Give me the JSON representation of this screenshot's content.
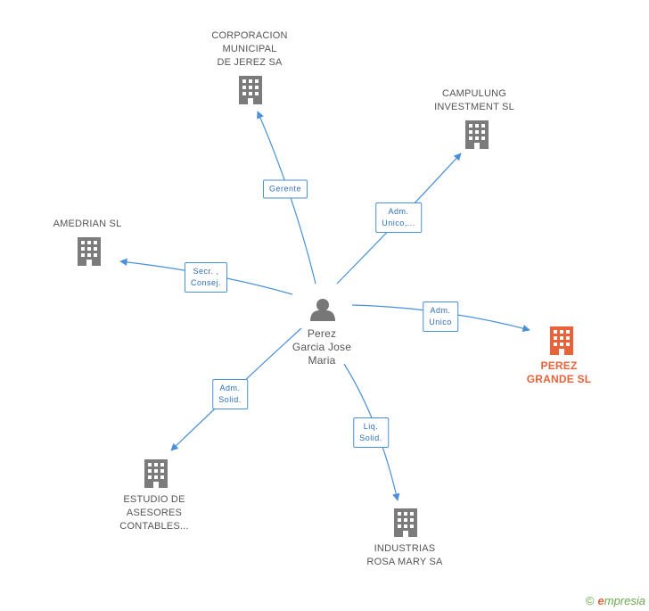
{
  "center": {
    "name": "Perez\nGarcia Jose\nMaria"
  },
  "nodes": [
    {
      "id": "corporacion",
      "label": "CORPORACION\nMUNICIPAL\nDE JEREZ SA",
      "focus": false
    },
    {
      "id": "campulung",
      "label": "CAMPULUNG\nINVESTMENT SL",
      "focus": false
    },
    {
      "id": "amedrian",
      "label": "AMEDRIAN SL",
      "focus": false
    },
    {
      "id": "perez-grande",
      "label": "PEREZ\nGRANDE SL",
      "focus": true
    },
    {
      "id": "estudio",
      "label": "ESTUDIO DE\nASESORES\nCONTABLES...",
      "focus": false
    },
    {
      "id": "industrias",
      "label": "INDUSTRIAS\nROSA MARY SA",
      "focus": false
    }
  ],
  "edges": [
    {
      "to": "corporacion",
      "label": "Gerente"
    },
    {
      "to": "campulung",
      "label": "Adm.\nUnico,..."
    },
    {
      "to": "amedrian",
      "label": "Secr. ,\nConsej."
    },
    {
      "to": "perez-grande",
      "label": "Adm.\nUnico"
    },
    {
      "to": "estudio",
      "label": "Adm.\nSolid."
    },
    {
      "to": "industrias",
      "label": "Liq.\nSolid."
    }
  ],
  "colors": {
    "edge": "#4a90d9",
    "building": "#7b7b7b",
    "focus": "#e8633a",
    "person": "#777777"
  },
  "brand": {
    "symbol": "©",
    "initial": "e",
    "rest": "mpresia"
  }
}
